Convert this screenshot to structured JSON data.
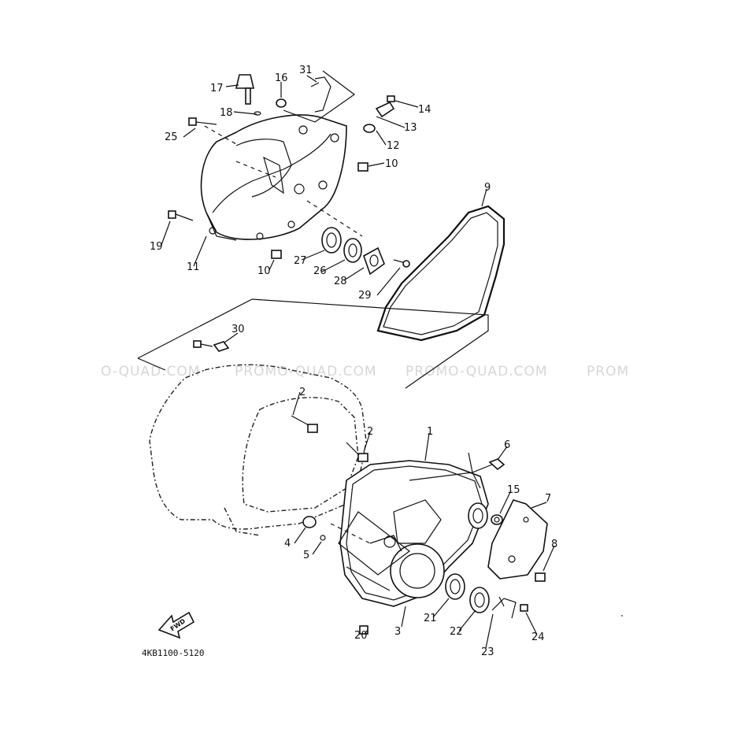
{
  "watermarks": [
    "O-QUAD.COM",
    "PROMO-QUAD.COM",
    "PROMO-QUAD.COM",
    "PROM"
  ],
  "diagram_code": "4KB1100-5120",
  "fwd_label": "FWD",
  "callouts": [
    "1",
    "2",
    "2",
    "3",
    "4",
    "5",
    "6",
    "7",
    "8",
    "9",
    "10",
    "10",
    "11",
    "12",
    "13",
    "14",
    "15",
    "16",
    "17",
    "18",
    "19",
    "20",
    "21",
    "22",
    "23",
    "24",
    "25",
    "26",
    "27",
    "28",
    "29",
    "30",
    "31"
  ]
}
